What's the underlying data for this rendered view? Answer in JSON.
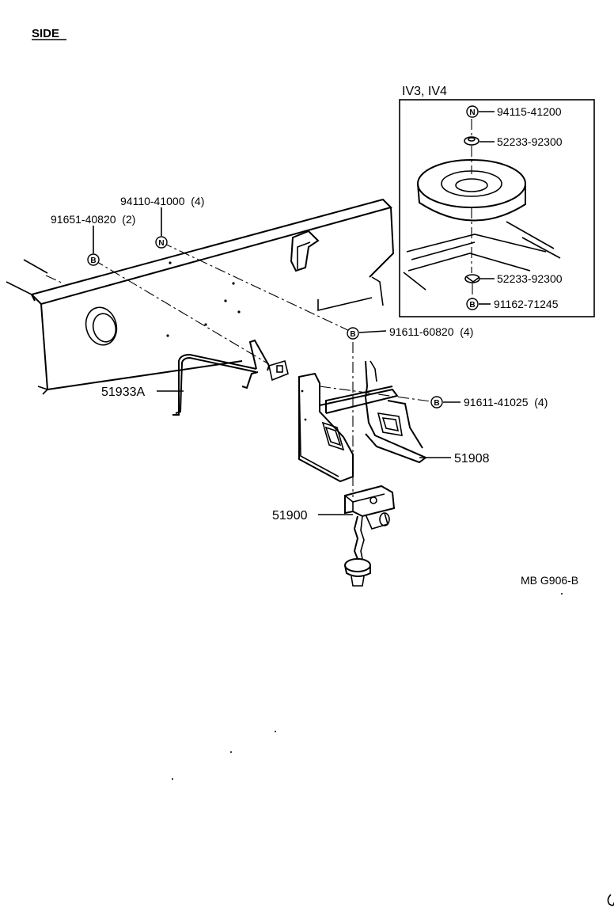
{
  "header": {
    "title": "SIDE"
  },
  "inset": {
    "title": "IV3, IV4"
  },
  "symbols": {
    "nut": "N",
    "bolt": "B"
  },
  "callouts": {
    "p94115": "94115-41200",
    "p52233a": "52233-92300",
    "p52233b": "52233-92300",
    "p91162": "91162-71245",
    "p94110": "94110-41000  (4)",
    "p91651": "91651-40820  (2)",
    "p91611a": "91611-60820  (4)",
    "p91611b": "91611-41025  (4)",
    "p51933": "51933A",
    "p51908": "51908",
    "p51900": "51900"
  },
  "footer": {
    "code": "MB G906-B"
  }
}
